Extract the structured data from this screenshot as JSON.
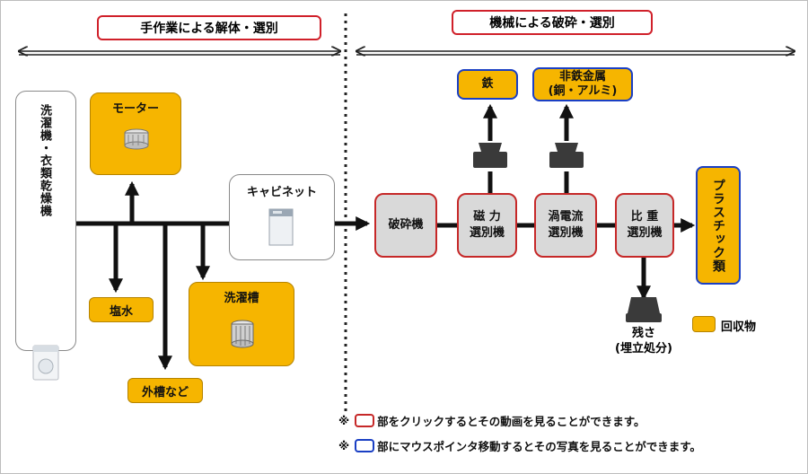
{
  "headers": {
    "manual": "手作業による解体・選別",
    "machine": "機械による破砕・選別"
  },
  "input": {
    "label": "洗濯機・衣類乾燥機",
    "icon": "washing-machine-icon"
  },
  "manual_items": {
    "motor": "モーター",
    "salt_water": "塩水",
    "washing_tub": "洗濯槽",
    "outer_tub": "外槽など",
    "cabinet": "キャビネット"
  },
  "machine_steps": {
    "crusher": "破砕機",
    "magnetic": [
      "磁 力",
      "選別機"
    ],
    "eddy": [
      "渦電流",
      "選別機"
    ],
    "gravity": [
      "比 重",
      "選別機"
    ]
  },
  "outputs": {
    "iron": "鉄",
    "nonferrous": [
      "非鉄金属",
      "(銅・アルミ)"
    ],
    "plastics": "プラスチック類",
    "residue": [
      "残さ",
      "(埋立処分)"
    ]
  },
  "legend": {
    "recovered": "回収物"
  },
  "notes": {
    "prefix": "※",
    "red_note": "部をクリックするとその動画を見ることができます。",
    "blue_note": "部にマウスポインタ移動するとその写真を見ることができます。"
  },
  "colors": {
    "recovered_fill": "#f6b500",
    "video_border": "#c62828",
    "photo_border": "#1a3fc4",
    "process_fill": "#d9d9d9"
  }
}
